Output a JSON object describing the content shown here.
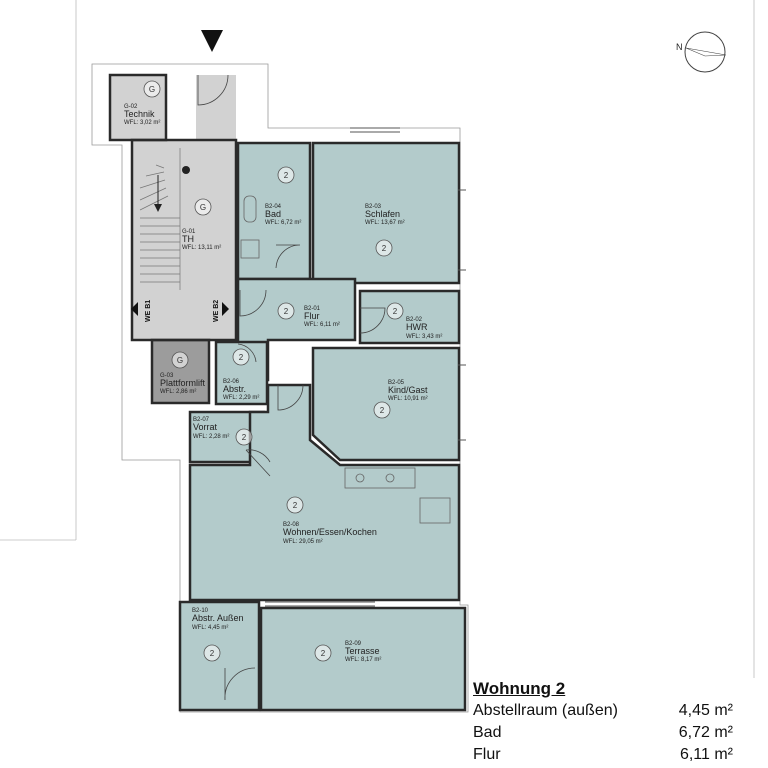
{
  "plan_title": "Wohnung 2",
  "summary": [
    {
      "label": "Abstellraum (außen)",
      "value": "4,45 m²"
    },
    {
      "label": "Bad",
      "value": "6,72 m²"
    },
    {
      "label": "Flur",
      "value": "6,11 m²"
    }
  ],
  "rooms": [
    {
      "id": "g02",
      "code": "G-02",
      "name": "Technik",
      "area": "WFL: 3,02 m²",
      "badge": "G"
    },
    {
      "id": "g01",
      "code": "G-01",
      "name": "TH",
      "area": "WFL: 13,11 m²",
      "badge": "G"
    },
    {
      "id": "g03",
      "code": "G-03",
      "name": "Plattformlift",
      "area": "WFL: 2,86 m²",
      "badge": "G"
    },
    {
      "id": "b204",
      "code": "B2-04",
      "name": "Bad",
      "area": "WFL: 6,72 m²",
      "badge": "2"
    },
    {
      "id": "b203",
      "code": "B2-03",
      "name": "Schlafen",
      "area": "WFL: 13,67 m²",
      "badge": "2"
    },
    {
      "id": "b201",
      "code": "B2-01",
      "name": "Flur",
      "area": "WFL: 6,11 m²",
      "badge": "2"
    },
    {
      "id": "b202",
      "code": "B2-02",
      "name": "HWR",
      "area": "WFL: 3,43 m²",
      "badge": "2"
    },
    {
      "id": "b206",
      "code": "B2-06",
      "name": "Abstr.",
      "area": "WFL: 2,29 m²",
      "badge": "2"
    },
    {
      "id": "b205",
      "code": "B2-05",
      "name": "Kind/Gast",
      "area": "WFL: 10,91 m²",
      "badge": "2"
    },
    {
      "id": "b207",
      "code": "B2-07",
      "name": "Vorrat",
      "area": "WFL: 2,28 m²",
      "badge": "2"
    },
    {
      "id": "b208",
      "code": "B2-08",
      "name": "Wohnen/Essen/Kochen",
      "area": "WFL: 29,05 m²",
      "badge": "2"
    },
    {
      "id": "b210",
      "code": "B2-10",
      "name": "Abstr. Außen",
      "area": "WFL: 4,45 m²",
      "badge": "2"
    },
    {
      "id": "b209",
      "code": "B2-09",
      "name": "Terrasse",
      "area": "WFL: 8,17 m²",
      "badge": "2"
    }
  ],
  "markers": {
    "we_b1": "WE B1",
    "we_b2": "WE B2"
  },
  "colors": {
    "apartment_fill": "#b3cbcb",
    "stair_fill": "#d2d2d2",
    "lift_fill": "#9c9c9c",
    "wall": "#2a2a2a"
  },
  "icons": {
    "north": "north-arrow-icon",
    "entrance": "entrance-triangle-icon"
  }
}
